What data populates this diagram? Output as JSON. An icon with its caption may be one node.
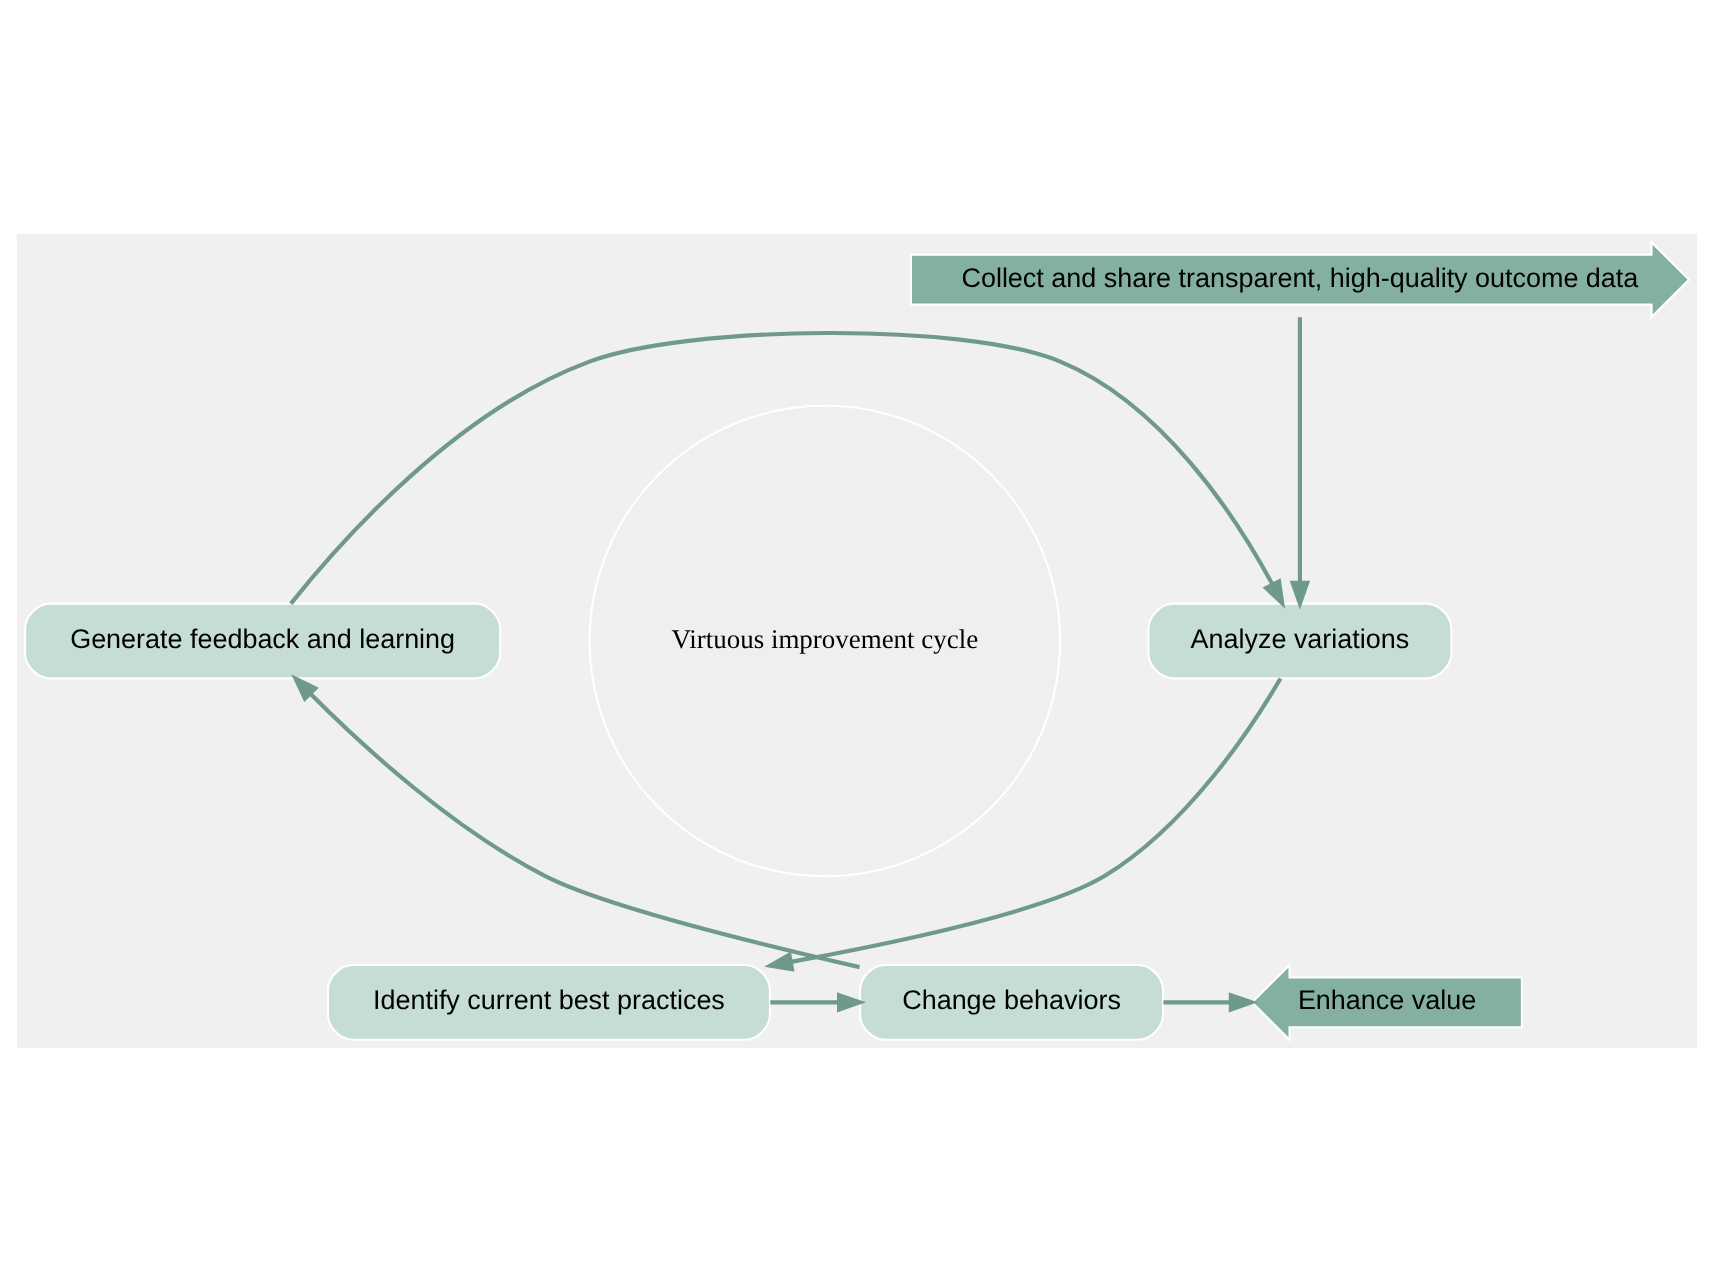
{
  "diagram": {
    "nodes": [
      {
        "text": [
          "Collect and share transparent, high-quality outcome data"
        ]
      },
      {
        "text": [
          "Analyze variations"
        ]
      },
      {
        "text": [
          "Identify current best practices"
        ]
      },
      {
        "text": [
          "Change behaviors"
        ]
      },
      {
        "text": [
          "Generate feedback and learning"
        ]
      },
      {
        "text": [
          "Enhance value"
        ]
      },
      {
        "text": [
          "Virtuous improvement cycle"
        ]
      }
    ],
    "edges": [
      {
        "from": 0,
        "to": 1,
        "arrow": "to"
      },
      {
        "from": 1,
        "to": 2,
        "arrow": "to"
      },
      {
        "from": 2,
        "to": 3,
        "arrow": "to"
      },
      {
        "from": 3,
        "to": 4,
        "arrow": "to"
      },
      {
        "from": 4,
        "to": 1,
        "arrow": "to"
      },
      {
        "from": 3,
        "to": 5,
        "arrow": "to"
      }
    ]
  }
}
